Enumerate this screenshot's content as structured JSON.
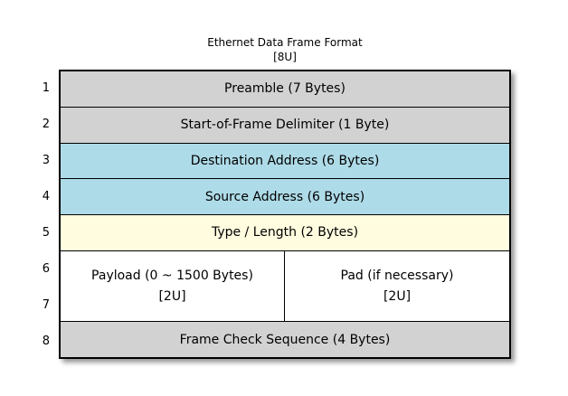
{
  "title": {
    "line1": "Ethernet Data Frame Format",
    "line2": "[8U]"
  },
  "row_numbers": [
    "1",
    "2",
    "3",
    "4",
    "5",
    "6",
    "7",
    "8"
  ],
  "cells": {
    "preamble": "Preamble (7 Bytes)",
    "start_of_frame_delimiter": "Start-of-Frame Delimiter (1 Byte)",
    "destination_address": "Destination Address (6 Bytes)",
    "source_address": "Source Address (6 Bytes)",
    "type_length": "Type / Length (2 Bytes)",
    "payload": {
      "line1": "Payload (0 ~ 1500 Bytes)",
      "line2": "[2U]"
    },
    "pad": {
      "line1": "Pad (if necessary)",
      "line2": "[2U]"
    },
    "frame_check_sequence": "Frame Check Sequence (4 Bytes)"
  },
  "colors": {
    "header_gray": "#d2d2d2",
    "address_blue": "#aedbe8",
    "type_cream": "#fffcdf",
    "payload_white": "#ffffff",
    "border": "#000000",
    "background": "#ffffff"
  }
}
